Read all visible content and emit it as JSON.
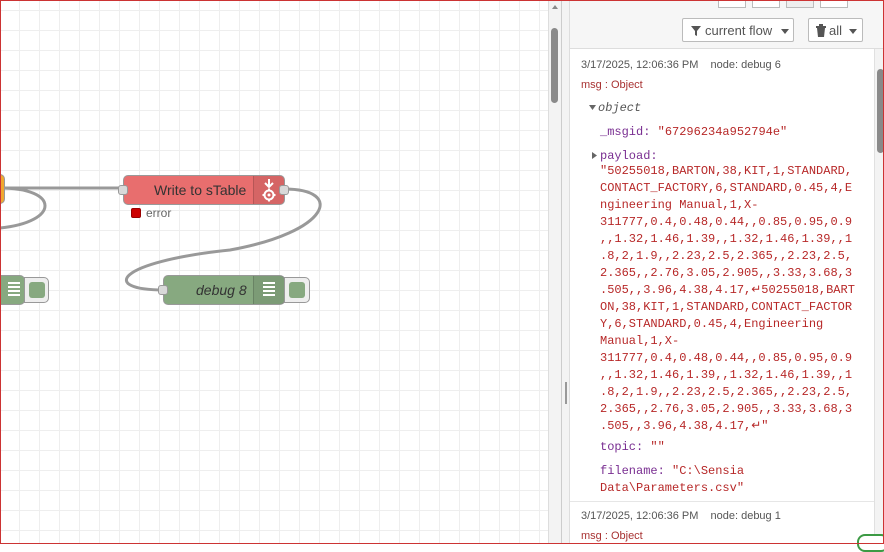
{
  "canvas": {
    "write_node": {
      "label": "Write to sTable",
      "status": "error"
    },
    "debug_node": {
      "label": "debug 8"
    }
  },
  "sidebar": {
    "filter_dropdown": {
      "label": "current flow",
      "icon": "filter-icon"
    },
    "clear_dropdown": {
      "label": "all",
      "icon": "trash-icon"
    },
    "messages": [
      {
        "timestamp": "3/17/2025, 12:06:36 PM",
        "node": "node: debug 6",
        "topic": "msg : Object",
        "object_label": "object",
        "fields": {
          "msgid_key": "_msgid:",
          "msgid_value": "\"67296234a952794e\"",
          "payload_key": "payload:",
          "payload_lines": [
            "\"50255018,BARTON,38,KIT,1,STANDARD,",
            "CONTACT_FACTORY,6,STANDARD,0.45,4,E",
            "ngineering Manual,1,X-",
            "311777,0.4,0.48,0.44,,0.85,0.95,0.9",
            ",,1.32,1.46,1.39,,1.32,1.46,1.39,,1",
            ".8,2,1.9,,2.23,2.5,2.365,,2.23,2.5,",
            "2.365,,2.76,3.05,2.905,,3.33,3.68,3",
            ".505,,3.96,4.38,4.17,↵50255018,BART",
            "ON,38,KIT,1,STANDARD,CONTACT_FACTOR",
            "Y,6,STANDARD,0.45,4,Engineering",
            "Manual,1,X-",
            "311777,0.4,0.48,0.44,,0.85,0.95,0.9",
            ",,1.32,1.46,1.39,,1.32,1.46,1.39,,1",
            ".8,2,1.9,,2.23,2.5,2.365,,2.23,2.5,",
            "2.365,,2.76,3.05,2.905,,3.33,3.68,3",
            ".505,,3.96,4.38,4.17,↵\""
          ],
          "topic_key": "topic:",
          "topic_value": "\"\"",
          "filename_key": "filename:",
          "filename_value_1": "\"C:\\Sensia",
          "filename_value_2": "Data\\Parameters.csv\""
        }
      },
      {
        "timestamp": "3/17/2025, 12:06:36 PM",
        "node": "node: debug 1",
        "topic": "msg : Object"
      }
    ]
  },
  "colors": {
    "write_node_fill": "#e86e6e",
    "debug_node_fill": "#87a980",
    "orange_node_fill": "#f0a830",
    "status_error": "#cc0000",
    "wire": "#999999"
  }
}
